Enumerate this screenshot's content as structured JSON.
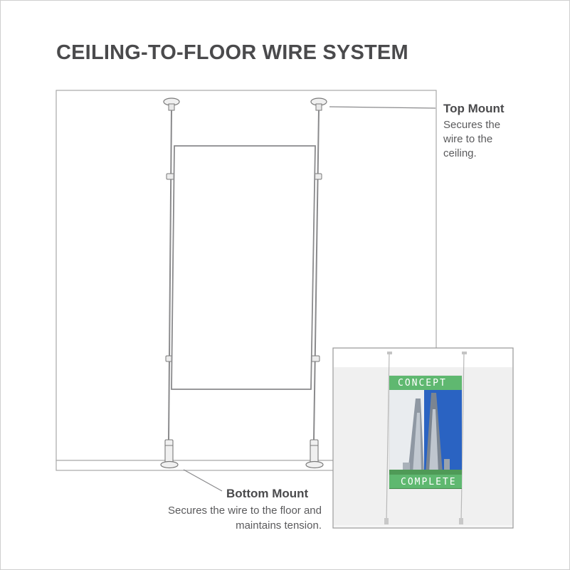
{
  "title": "CEILING-TO-FLOOR WIRE SYSTEM",
  "top_mount": {
    "title": "Top Mount",
    "description": "Secures the wire to the ceiling."
  },
  "bottom_mount": {
    "title": "Bottom Mount",
    "description": "Secures the wire to the floor and maintains tension."
  },
  "photo": {
    "poster_top_text": "CONCEPT",
    "poster_bottom_text": "COMPLETE"
  },
  "colors": {
    "text_dark": "#4a4a4c",
    "text_body": "#5a5a5c",
    "line": "#8a8a8c",
    "poster_green": "#5fb870",
    "sky_blue": "#2a63c2"
  }
}
